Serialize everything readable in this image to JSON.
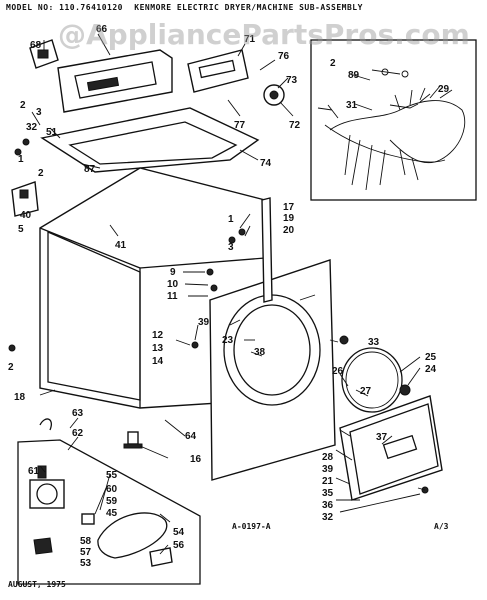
{
  "header": {
    "model_label": "MODEL NO: 110.76410120",
    "title": "KENMORE ELECTRIC DRYER/MACHINE SUB-ASSEMBLY"
  },
  "watermark": "@AppliancePartsPros.com",
  "footer": {
    "date": "AUGUST, 1975",
    "code": "A-0197-A",
    "page": "A/3"
  },
  "part_numbers": {
    "p68": "68",
    "p66": "66",
    "p71": "71",
    "p76": "76",
    "p73": "73",
    "p72": "72",
    "p77": "77",
    "p74": "74",
    "p87": "87",
    "p3": "3",
    "p2a": "2",
    "p32": "32",
    "p51": "51",
    "p1a": "1",
    "p2b": "2",
    "p40": "40",
    "p5": "5",
    "p41": "41",
    "p17": "17",
    "p19": "19",
    "p20": "20",
    "p1b": "1",
    "p3b": "3",
    "p9": "9",
    "p10": "10",
    "p11": "11",
    "p39a": "39",
    "p12": "12",
    "p13": "13",
    "p14": "14",
    "p23": "23",
    "p38": "38",
    "p33": "33",
    "p25": "25",
    "p24": "24",
    "p26": "26",
    "p27": "27",
    "p2c": "2",
    "p18": "18",
    "p64": "64",
    "p16": "16",
    "p63": "63",
    "p62": "62",
    "p61": "61",
    "p55": "55",
    "p60": "60",
    "p59": "59",
    "p45": "45",
    "p54": "54",
    "p56": "56",
    "p58": "58",
    "p57": "57",
    "p53": "53",
    "p28": "28",
    "p39b": "39",
    "p21": "21",
    "p35": "35",
    "p36": "36",
    "p32b": "32",
    "p37": "37",
    "p2d": "2",
    "p89": "89",
    "p31": "31",
    "p29": "29"
  },
  "colors": {
    "ink": "#111111",
    "paper": "#ffffff"
  }
}
